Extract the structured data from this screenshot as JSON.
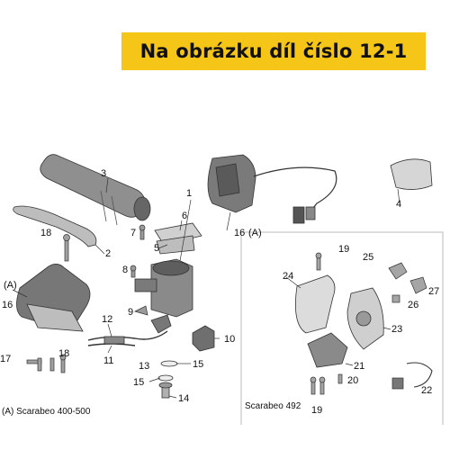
{
  "banner": {
    "text": "Na obrázku díl číslo 12-1"
  },
  "callouts": {
    "c1": "1",
    "c2": "2",
    "c3": "3",
    "c4": "4",
    "c5": "5",
    "c6": "6",
    "c7": "7",
    "c8": "8",
    "c9": "9",
    "c10": "10",
    "c11": "11",
    "c12": "12",
    "c13": "13",
    "c14": "14",
    "c15a": "15",
    "c15b": "15",
    "c16a": "16",
    "c16b": "16",
    "c17": "17",
    "c18a": "18",
    "c18b": "18",
    "c19a": "19",
    "c19b": "19",
    "c20": "20",
    "c21": "21",
    "c22": "22",
    "c23": "23",
    "c24": "24",
    "c25": "25",
    "c26": "26",
    "c27": "27",
    "a1": "(A)",
    "a2": "(A)"
  },
  "notes": {
    "model_a": "(A) Scarabeo 400-500",
    "model_b": "Scarabeo 492"
  }
}
